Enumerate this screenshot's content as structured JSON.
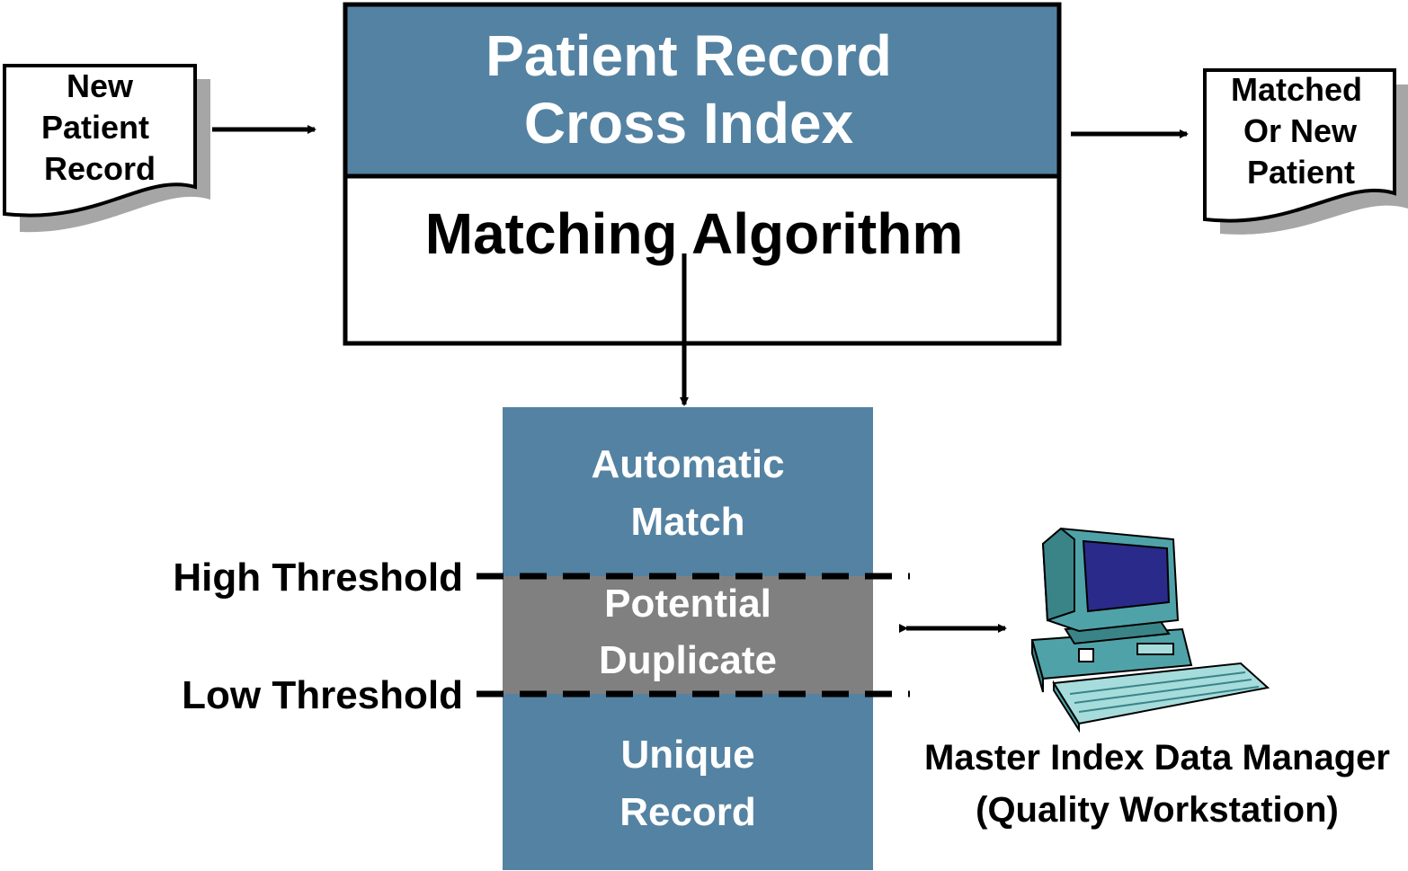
{
  "pir": {
    "title_line1": "Patient Record",
    "title_line2": "Cross Index",
    "algorithm": "Matching Algorithm"
  },
  "input_doc": {
    "line1": "New",
    "line2": "Patient",
    "line3": "Record"
  },
  "output_doc": {
    "line1": "Matched",
    "line2": "Or New",
    "line3": "Patient"
  },
  "zones": {
    "automatic_line1": "Automatic",
    "automatic_line2": "Match",
    "potential_line1": "Potential",
    "potential_line2": "Duplicate",
    "unique_line1": "Unique",
    "unique_line2": "Record"
  },
  "thresholds": {
    "high": "High Threshold",
    "low": "Low Threshold"
  },
  "workstation": {
    "line1": "Master Index Data Manager",
    "line2": "(Quality Workstation)"
  },
  "colors": {
    "steel_blue": "#5482a2",
    "gray_band": "#808080",
    "monitor_teal": "#4fa3a8",
    "screen_navy": "#2a2a8a",
    "keyboard_light": "#a6dcdc"
  }
}
